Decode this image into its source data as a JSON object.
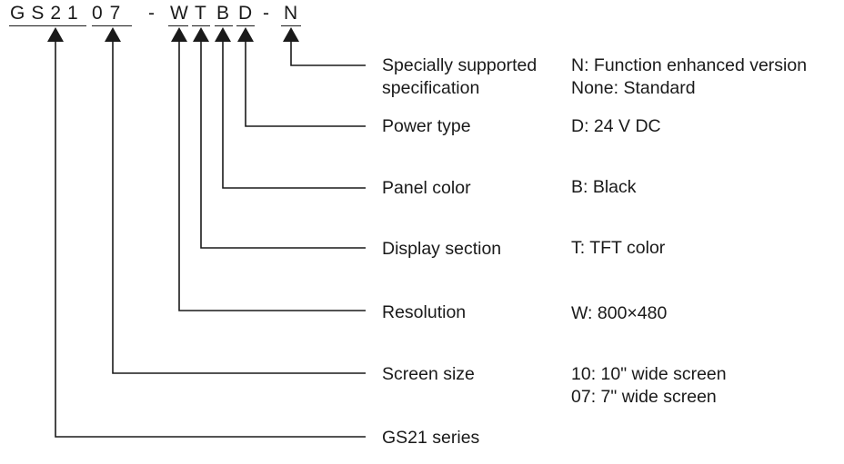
{
  "code": {
    "series": "GS21",
    "size": "07",
    "dash1": "-",
    "resolution": "W",
    "display": "T",
    "panel": "B",
    "power": "D",
    "dash2": "-",
    "spec": "N"
  },
  "rows": [
    {
      "label_line1": "Specially supported",
      "label_line2": "specification",
      "value_line1": "N: Function enhanced version",
      "value_line2": "None: Standard"
    },
    {
      "label_line1": "Power type",
      "value_line1": "D: 24 V DC"
    },
    {
      "label_line1": "Panel color",
      "value_line1": "B: Black"
    },
    {
      "label_line1": "Display section",
      "value_line1": "T: TFT color"
    },
    {
      "label_line1": "Resolution",
      "value_line1": "W: 800×480"
    },
    {
      "label_line1": "Screen size",
      "value_line1": "10: 10\" wide screen",
      "value_line2": "07: 7\" wide screen"
    },
    {
      "label_line1": "GS21 series"
    }
  ]
}
